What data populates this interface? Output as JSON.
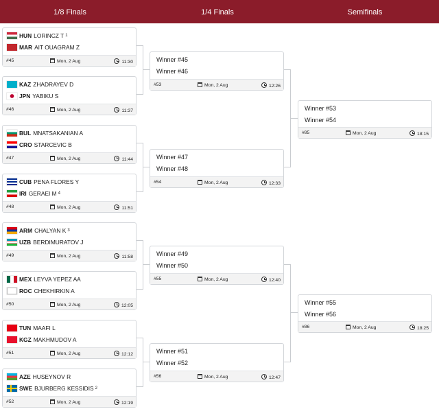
{
  "rounds": [
    "1/8 Finals",
    "1/4 Finals",
    "Semifinals"
  ],
  "colors": {
    "header": "#8b1c2a",
    "connector": "#c9ccd0"
  },
  "matches": [
    {
      "num": "#45",
      "date": "Mon, 2 Aug",
      "time": "11:30",
      "athletes": [
        {
          "flag": "hun",
          "code": "HUN",
          "name": "LORINCZ T",
          "seed": "1"
        },
        {
          "flag": "mar",
          "code": "MAR",
          "name": "AIT OUAGRAM Z",
          "seed": ""
        }
      ]
    },
    {
      "num": "#46",
      "date": "Mon, 2 Aug",
      "time": "11:37",
      "athletes": [
        {
          "flag": "kaz",
          "code": "KAZ",
          "name": "ZHADRAYEV D",
          "seed": ""
        },
        {
          "flag": "jpn",
          "code": "JPN",
          "name": "YABIKU S",
          "seed": ""
        }
      ]
    },
    {
      "num": "#47",
      "date": "Mon, 2 Aug",
      "time": "11:44",
      "athletes": [
        {
          "flag": "bul",
          "code": "BUL",
          "name": "MNATSAKANIAN A",
          "seed": ""
        },
        {
          "flag": "cro",
          "code": "CRO",
          "name": "STARCEVIC B",
          "seed": ""
        }
      ]
    },
    {
      "num": "#48",
      "date": "Mon, 2 Aug",
      "time": "11:51",
      "athletes": [
        {
          "flag": "cub",
          "code": "CUB",
          "name": "PENA FLORES Y",
          "seed": ""
        },
        {
          "flag": "iri",
          "code": "IRI",
          "name": "GERAEI M",
          "seed": "4"
        }
      ]
    },
    {
      "num": "#49",
      "date": "Mon, 2 Aug",
      "time": "11:58",
      "athletes": [
        {
          "flag": "arm",
          "code": "ARM",
          "name": "CHALYAN K",
          "seed": "3"
        },
        {
          "flag": "uzb",
          "code": "UZB",
          "name": "BERDIMURATOV J",
          "seed": ""
        }
      ]
    },
    {
      "num": "#50",
      "date": "Mon, 2 Aug",
      "time": "12:05",
      "athletes": [
        {
          "flag": "mex",
          "code": "MEX",
          "name": "LEYVA YEPEZ AA",
          "seed": ""
        },
        {
          "flag": "roc",
          "code": "ROC",
          "name": "CHEKHIRKIN A",
          "seed": ""
        }
      ]
    },
    {
      "num": "#51",
      "date": "Mon, 2 Aug",
      "time": "12:12",
      "athletes": [
        {
          "flag": "tun",
          "code": "TUN",
          "name": "MAAFI L",
          "seed": ""
        },
        {
          "flag": "kgz",
          "code": "KGZ",
          "name": "MAKHMUDOV A",
          "seed": ""
        }
      ]
    },
    {
      "num": "#52",
      "date": "Mon, 2 Aug",
      "time": "12:19",
      "athletes": [
        {
          "flag": "aze",
          "code": "AZE",
          "name": "HUSEYNOV R",
          "seed": ""
        },
        {
          "flag": "swe",
          "code": "SWE",
          "name": "BJURBERG KESSIDIS",
          "seed": "2"
        }
      ]
    },
    {
      "num": "#53",
      "date": "Mon, 2 Aug",
      "time": "12:26",
      "winners": [
        "Winner #45",
        "Winner #46"
      ]
    },
    {
      "num": "#54",
      "date": "Mon, 2 Aug",
      "time": "12:33",
      "winners": [
        "Winner #47",
        "Winner #48"
      ]
    },
    {
      "num": "#55",
      "date": "Mon, 2 Aug",
      "time": "12:40",
      "winners": [
        "Winner #49",
        "Winner #50"
      ]
    },
    {
      "num": "#56",
      "date": "Mon, 2 Aug",
      "time": "12:47",
      "winners": [
        "Winner #51",
        "Winner #52"
      ]
    },
    {
      "num": "#85",
      "date": "Mon, 2 Aug",
      "time": "18:15",
      "winners": [
        "Winner #53",
        "Winner #54"
      ]
    },
    {
      "num": "#86",
      "date": "Mon, 2 Aug",
      "time": "18:25",
      "winners": [
        "Winner #55",
        "Winner #56"
      ]
    }
  ]
}
